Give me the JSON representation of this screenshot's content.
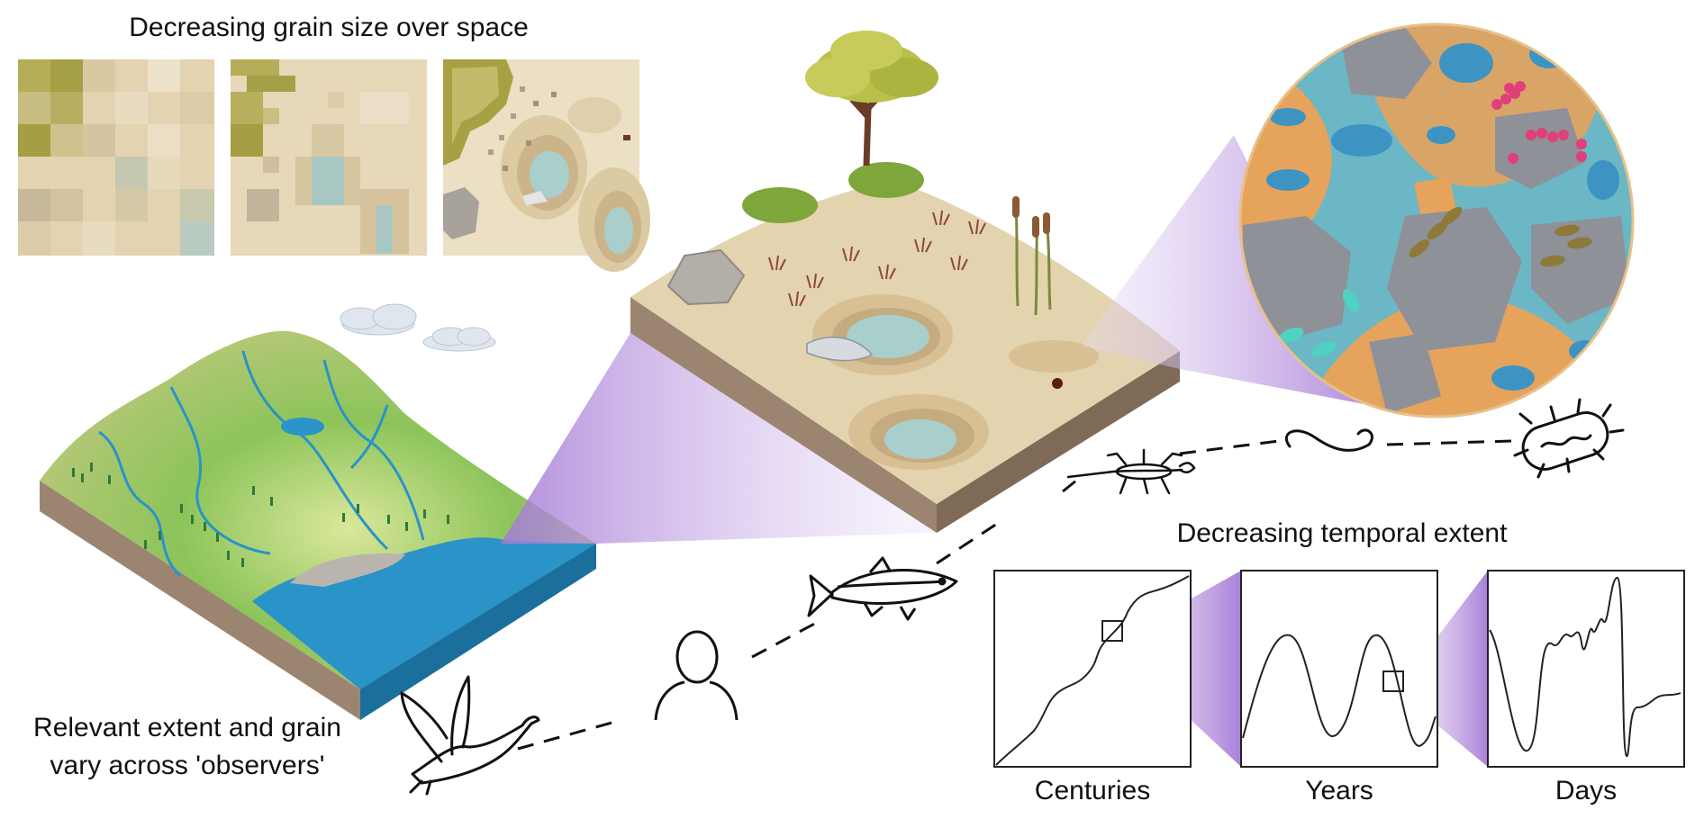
{
  "spatial_panel": {
    "title": "Decreasing grain size over space"
  },
  "temporal_panel": {
    "title": "Decreasing temporal extent",
    "panels": [
      {
        "label": "Centuries"
      },
      {
        "label": "Years"
      },
      {
        "label": "Days"
      }
    ]
  },
  "observers_caption": {
    "line1": "Relevant extent and grain",
    "line2": "vary across 'observers'"
  },
  "observers": [
    {
      "icon": "goose-icon"
    },
    {
      "icon": "person-icon"
    },
    {
      "icon": "fish-icon"
    },
    {
      "icon": "insect-larva-icon"
    },
    {
      "icon": "worm-icon"
    },
    {
      "icon": "bacterium-icon"
    }
  ],
  "colors": {
    "zoom_purple": "#b79ad8",
    "water": "#2a93c8",
    "grass": "#8cc45a",
    "soil": "#e3d2ae",
    "pore_orange": "#e6a35c"
  }
}
